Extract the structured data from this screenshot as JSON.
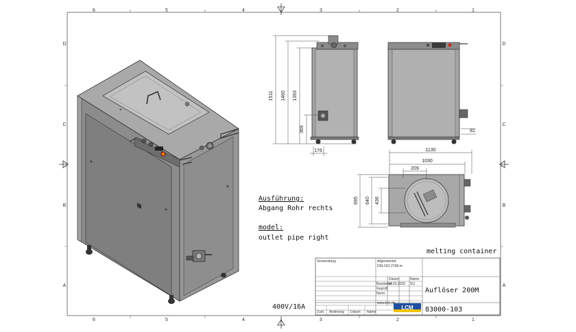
{
  "zones": {
    "top": [
      "6",
      "5",
      "4",
      "3",
      "2",
      "1"
    ],
    "bottom": [
      "6",
      "5",
      "4",
      "3",
      "2",
      "1"
    ],
    "left": [
      "D",
      "C",
      "B",
      "A"
    ],
    "right": [
      "D",
      "C",
      "B",
      "A"
    ]
  },
  "dimensions": {
    "heights": [
      "1511",
      "1460",
      "1393",
      "369"
    ],
    "side_offset": "176",
    "rear_offset": "81",
    "widths": [
      "1130",
      "1030",
      "209"
    ],
    "depths": [
      "695",
      "640",
      "436"
    ]
  },
  "notes": {
    "ausfuehrung_label": "Ausführung:",
    "ausfuehrung_value": "Abgang Rohr rechts",
    "model_label": "model:",
    "model_value": "outlet pipe right",
    "voltage": "400V/16A"
  },
  "title_block": {
    "english_title": "melting container",
    "verwendung": "Verwendung",
    "tolerance_label": "Allgemeintol.",
    "tolerance_value": "DIN ISO 2768-m",
    "datum": "Datum",
    "name": "Name",
    "bearb": "Bearbeitet",
    "bearb_date": "14.03.2020",
    "bearb_name": "SU",
    "gepr": "Geprüft",
    "norm": "Norm",
    "website": "www.lcm.de",
    "logo": "LCM",
    "product": "Auflöser 200M",
    "drawing_number": "83000-103",
    "zustand": "Zust.",
    "aenderung": "Änderung",
    "datum_small": "Datum",
    "name_small": "Name"
  },
  "colors": {
    "body": "#8c8c8c",
    "top": "#a9a9a9",
    "lid": "#c2c2c2",
    "steel_dark": "#5e5e5e",
    "logo_blue": "#1f4fa0",
    "logo_yellow": "#f2c200"
  }
}
